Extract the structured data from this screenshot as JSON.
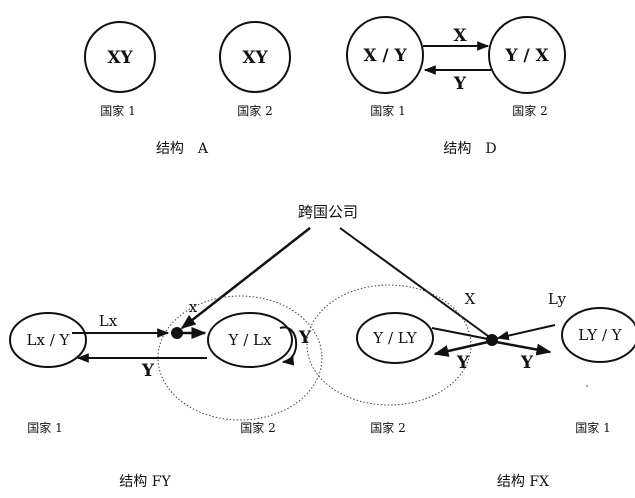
{
  "structure_a": {
    "node1": "XY",
    "node2": "XY",
    "country1": "国家 1",
    "country2": "国家 2",
    "caption": "结构　A"
  },
  "structure_d": {
    "node1": "X / Y",
    "node2": "Y / X",
    "arrow_top": "X",
    "arrow_bottom": "Y",
    "country1": "国家 1",
    "country2": "国家 2",
    "caption": "结构　D"
  },
  "mnc": "跨国公司",
  "structure_fy": {
    "node1": "Lx / Y",
    "node2": "Y / Lx",
    "arrow_lx": "Lx",
    "arrow_x": "x",
    "arrow_y": "Y",
    "loop_y": "Y",
    "country1": "国家 1",
    "country2": "国家 2",
    "caption": "结构 FY"
  },
  "structure_fx": {
    "node1": "Y / LY",
    "node2": "LY / Y",
    "arrow_x": "X",
    "arrow_ly": "Ly",
    "arrow_y_left": "Y",
    "arrow_y_right": "Y",
    "country1": "国家 2",
    "country2": "国家 1",
    "caption": "结构 FX"
  }
}
